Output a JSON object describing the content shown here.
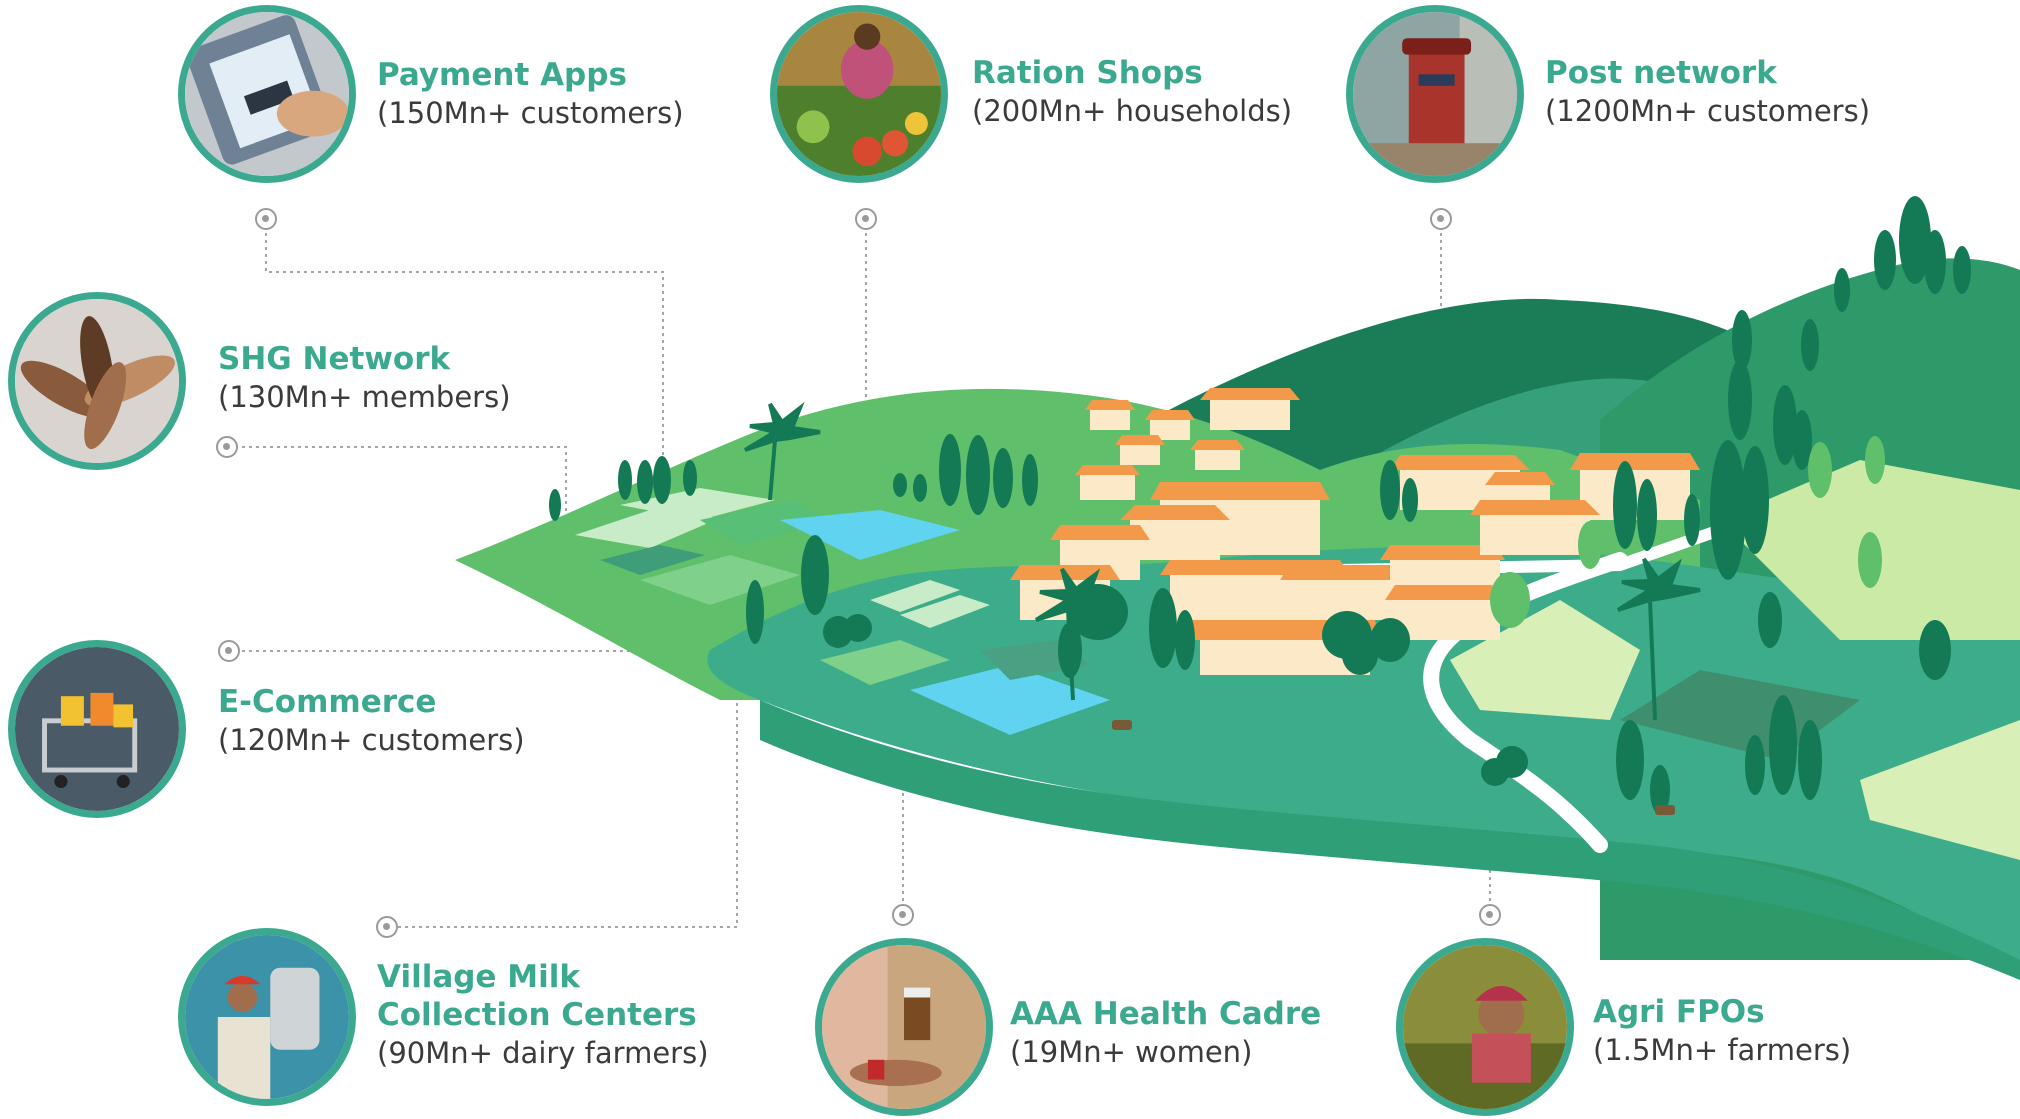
{
  "colors": {
    "accent": "#3aa98f",
    "text": "#3b3b3b",
    "leader": "#9a9a9a",
    "dark_green": "#147a55",
    "mid_green": "#2e9a6a",
    "light_green": "#5fbf6a",
    "water": "#5fd3ef",
    "roof": "#f29a4a",
    "wall": "#fbe9c8"
  },
  "channels": [
    {
      "id": "payment-apps",
      "title": "Payment Apps",
      "subtitle": "(150Mn+ customers)",
      "icon": "smartphone-payment-photo"
    },
    {
      "id": "ration-shops",
      "title": "Ration Shops",
      "subtitle": "(200Mn+ households)",
      "icon": "vegetable-market-photo"
    },
    {
      "id": "post-network",
      "title": "Post network",
      "subtitle": "(1200Mn+ customers)",
      "icon": "post-box-photo"
    },
    {
      "id": "shg-network",
      "title": "SHG Network",
      "subtitle": "(130Mn+ members)",
      "icon": "joined-hands-photo"
    },
    {
      "id": "e-commerce",
      "title": "E-Commerce",
      "subtitle": "(120Mn+ customers)",
      "icon": "shopping-cart-photo"
    },
    {
      "id": "milk-centers",
      "title": "Village Milk",
      "title2": "Collection Centers",
      "subtitle": "(90Mn+ dairy farmers)",
      "icon": "milk-can-photo"
    },
    {
      "id": "health-cadre",
      "title": "AAA Health Cadre",
      "subtitle": "(19Mn+ women)",
      "icon": "medicine-photo"
    },
    {
      "id": "agri-fpos",
      "title": "Agri FPOs",
      "subtitle": "(1.5Mn+ farmers)",
      "icon": "farmer-photo"
    }
  ]
}
